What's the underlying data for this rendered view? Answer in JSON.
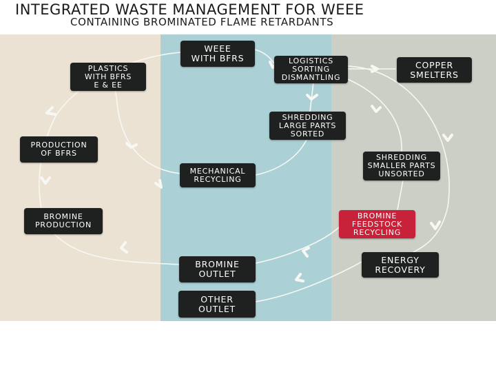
{
  "header": {
    "title": "INTEGRATED WASTE MANAGEMENT FOR WEEE",
    "subtitle": "CONTAINING BROMINATED FLAME RETARDANTS"
  },
  "colors": {
    "left_band": "#ebe2d4",
    "middle_band": "#abd1d6",
    "right_band": "#cbcfc5",
    "node": "#1f2120",
    "highlight_node": "#c8213a",
    "flow_line": "#f7f7f4"
  },
  "nodes": {
    "weee_bfrs": "WEEE\nWITH BFRS",
    "logistics": "LOGISTICS\nSORTING\nDISMANTLING",
    "copper_smelters": "COPPER\nSMELTERS",
    "plastics": "PLASTICS\nWITH BFRS\nE & EE",
    "shredding_large": "SHREDDING\nLARGE PARTS\nSORTED",
    "production_bfrs": "PRODUCTION\nOF BFRS",
    "shredding_smaller": "SHREDDING\nSMALLER PARTS\nUNSORTED",
    "mechanical_recycling": "MECHANICAL\nRECYCLING",
    "bromine_production": "BROMINE\nPRODUCTION",
    "bromine_feedstock": "BROMINE\nFEEDSTOCK\nRECYCLING",
    "energy_recovery": "ENERGY\nRECOVERY",
    "bromine_outlet": "BROMINE\nOUTLET",
    "other_outlet": "OTHER\nOUTLET"
  }
}
